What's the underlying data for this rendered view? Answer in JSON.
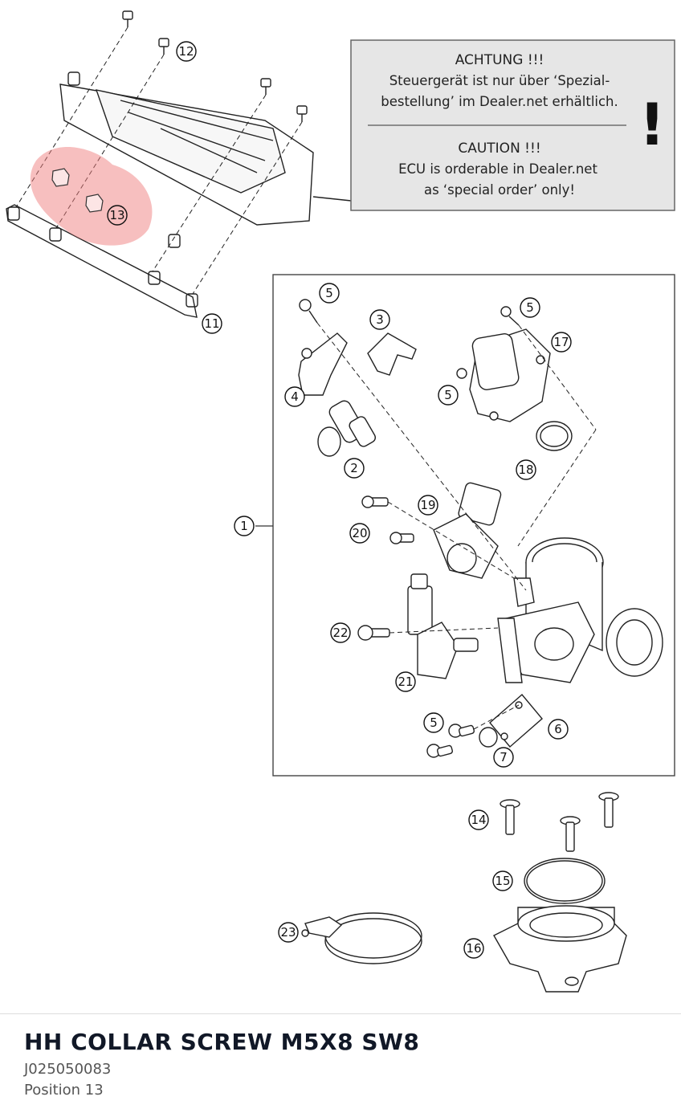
{
  "notice": {
    "de_heading": "ACHTUNG !!!",
    "de_line1": "Steuergerät ist nur über ‘Spezial-",
    "de_line2": "bestellung’ im Dealer.net erhältlich.",
    "en_heading": "CAUTION !!!",
    "en_line1": "ECU is orderable in Dealer.net",
    "en_line2": "as ‘special order’ only!",
    "mark": "!"
  },
  "callouts": {
    "c1": "1",
    "c2": "2",
    "c3": "3",
    "c4": "4",
    "c5a": "5",
    "c5b": "5",
    "c5c": "5",
    "c5d": "5",
    "c6": "6",
    "c7": "7",
    "c11": "11",
    "c12": "12",
    "c13": "13",
    "c14": "14",
    "c15": "15",
    "c16": "16",
    "c17": "17",
    "c18": "18",
    "c19": "19",
    "c20": "20",
    "c21": "21",
    "c22": "22",
    "c23": "23"
  },
  "part": {
    "title": "HH COLLAR SCREW M5X8 SW8",
    "number": "J025050083",
    "position": "Position 13"
  },
  "colors": {
    "highlight": "#f08080",
    "title_text": "#111827"
  }
}
